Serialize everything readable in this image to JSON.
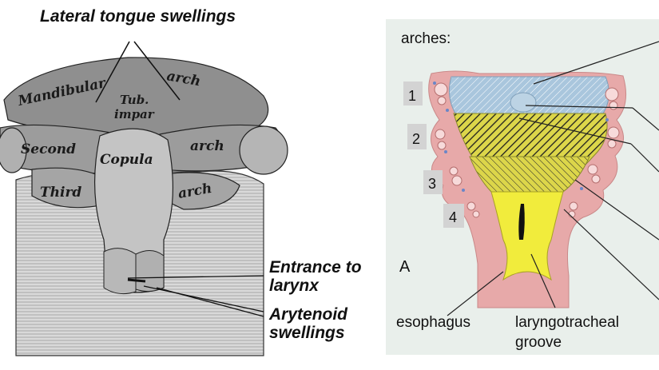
{
  "left_figure": {
    "title": "Lateral tongue swellings",
    "parts": {
      "mandibular": "Mandibular",
      "arch_1": "arch",
      "tub": "Tub.",
      "impar": "impar",
      "second": "Second",
      "arch_2": "arch",
      "copula": "Copula",
      "third": "Third",
      "arch_3": "arch"
    },
    "callouts": {
      "entrance_line1": "Entrance to",
      "entrance_line2": "larynx",
      "arytenoid_line1": "Arytenoid",
      "arytenoid_line2": "swellings"
    }
  },
  "right_figure": {
    "arches_label": "arches:",
    "arch_numbers": [
      "1",
      "2",
      "3",
      "4"
    ],
    "panel_letter": "A",
    "esophagus": "esophagus",
    "groove_line1": "laryngotracheal",
    "groove_line2": "groove"
  },
  "colors": {
    "background": "#ffffff",
    "right_panel_bg": "#e9efeb",
    "arch_pink": "#e7a9a9",
    "tongue_blue": "#a9c6dd",
    "yellow": "#dcd64a",
    "bright_yellow": "#f1ec3c",
    "label_box": "#d3d3d3"
  }
}
